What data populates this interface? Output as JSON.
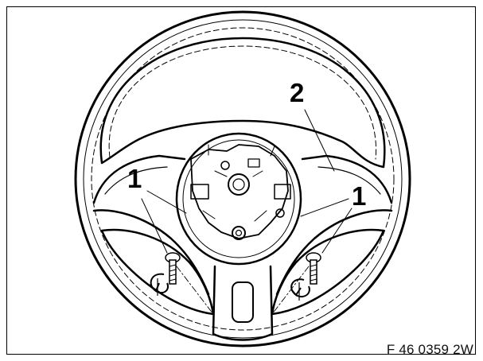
{
  "figure": {
    "caption": "F 46 0359 2W",
    "callouts": [
      "2",
      "1",
      "1"
    ]
  }
}
